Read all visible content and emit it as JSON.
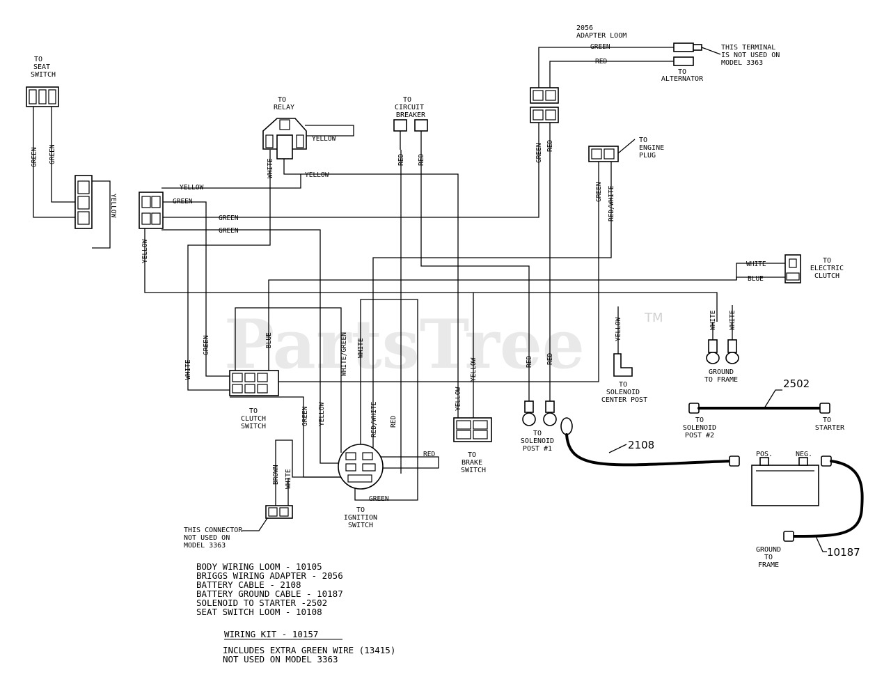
{
  "watermark": {
    "text": "PartsTree",
    "tm": "TM"
  },
  "labels": {
    "seat_switch": [
      "TO",
      "SEAT",
      "SWITCH"
    ],
    "relay": [
      "TO",
      "RELAY"
    ],
    "circuit_breaker": [
      "TO",
      "CIRCUIT",
      "BREAKER"
    ],
    "adapter_loom": [
      "2056",
      "ADAPTER LOOM"
    ],
    "terminal_note": [
      "THIS TERMINAL",
      "IS NOT USED ON",
      "MODEL 3363"
    ],
    "alternator": [
      "TO",
      "ALTERNATOR"
    ],
    "engine_plug": [
      "TO",
      "ENGINE",
      "PLUG"
    ],
    "electric_clutch": [
      "TO",
      "ELECTRIC",
      "CLUTCH"
    ],
    "ground_frame_1": [
      "GROUND",
      "TO FRAME"
    ],
    "solenoid_center": [
      "TO",
      "SOLENOID",
      "CENTER POST"
    ],
    "clutch_switch": [
      "TO",
      "CLUTCH",
      "SWITCH"
    ],
    "brake_switch": [
      "TO",
      "BRAKE",
      "SWITCH"
    ],
    "solenoid_post1": [
      "TO",
      "SOLENOID",
      "POST #1"
    ],
    "solenoid_post2": [
      "TO",
      "SOLENOID",
      "POST #2"
    ],
    "starter": [
      "TO",
      "STARTER"
    ],
    "ignition_switch": [
      "TO",
      "IGNITION",
      "SWITCH"
    ],
    "connector_note": [
      "THIS CONNECTOR",
      "NOT USED ON",
      "MODEL 3363"
    ],
    "ground_frame_2": [
      "GROUND",
      "TO",
      "FRAME"
    ],
    "battery_pos": "POS.",
    "battery_neg": "NEG."
  },
  "cable_numbers": {
    "c2502": "2502",
    "c2108": "2108",
    "c10187": "10187"
  },
  "wires": {
    "green": "GREEN",
    "yellow": "YELLOW",
    "red": "RED",
    "white": "WHITE",
    "blue": "BLUE",
    "brown": "BROWN",
    "red_white": "RED/WHITE",
    "white_green": "WHITE/GREEN"
  },
  "legend": [
    "BODY WIRING LOOM - 10105",
    "BRIGGS WIRING ADAPTER - 2056",
    "BATTERY CABLE - 2108",
    "BATTERY GROUND CABLE - 10187",
    "SOLENOID TO STARTER -2502",
    "SEAT SWITCH LOOM - 10108"
  ],
  "kit": {
    "title": "WIRING KIT - 10157",
    "lines": [
      "INCLUDES EXTRA GREEN WIRE (13415)",
      "NOT USED ON MODEL 3363"
    ]
  }
}
